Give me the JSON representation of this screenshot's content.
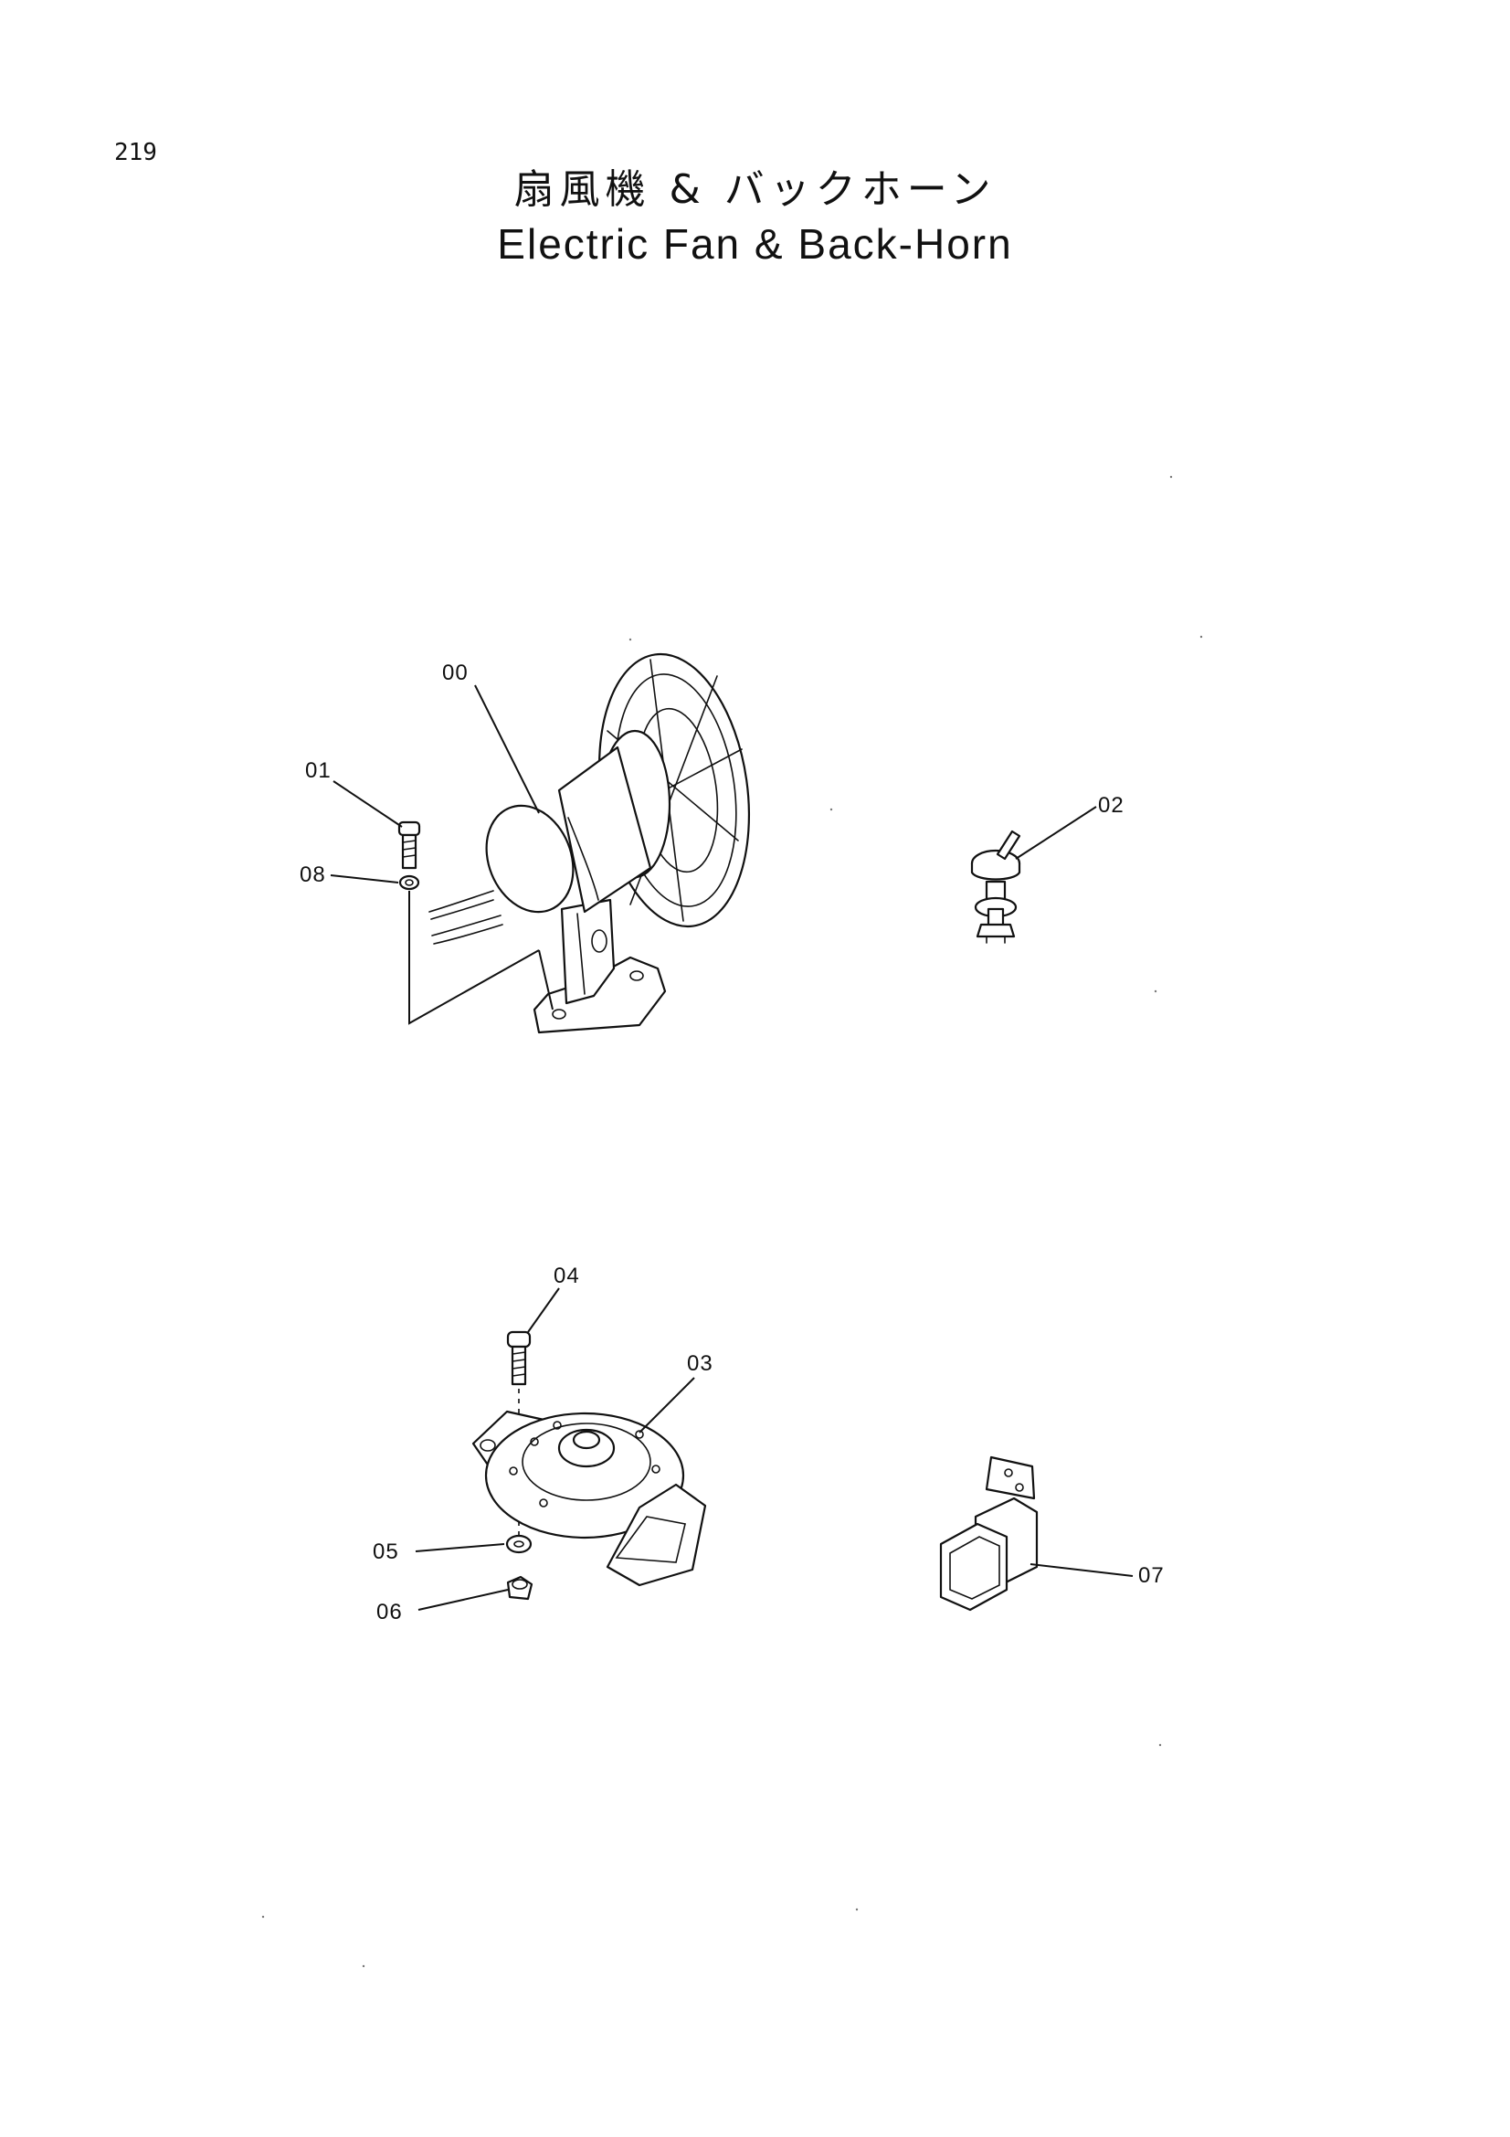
{
  "page": {
    "number": "219",
    "title_ja": "扇風機 & バックホーン",
    "title_en": "Electric Fan & Back-Horn"
  },
  "callouts": {
    "c00": "00",
    "c01": "01",
    "c02": "02",
    "c03": "03",
    "c04": "04",
    "c05": "05",
    "c06": "06",
    "c07": "07",
    "c08": "08"
  }
}
